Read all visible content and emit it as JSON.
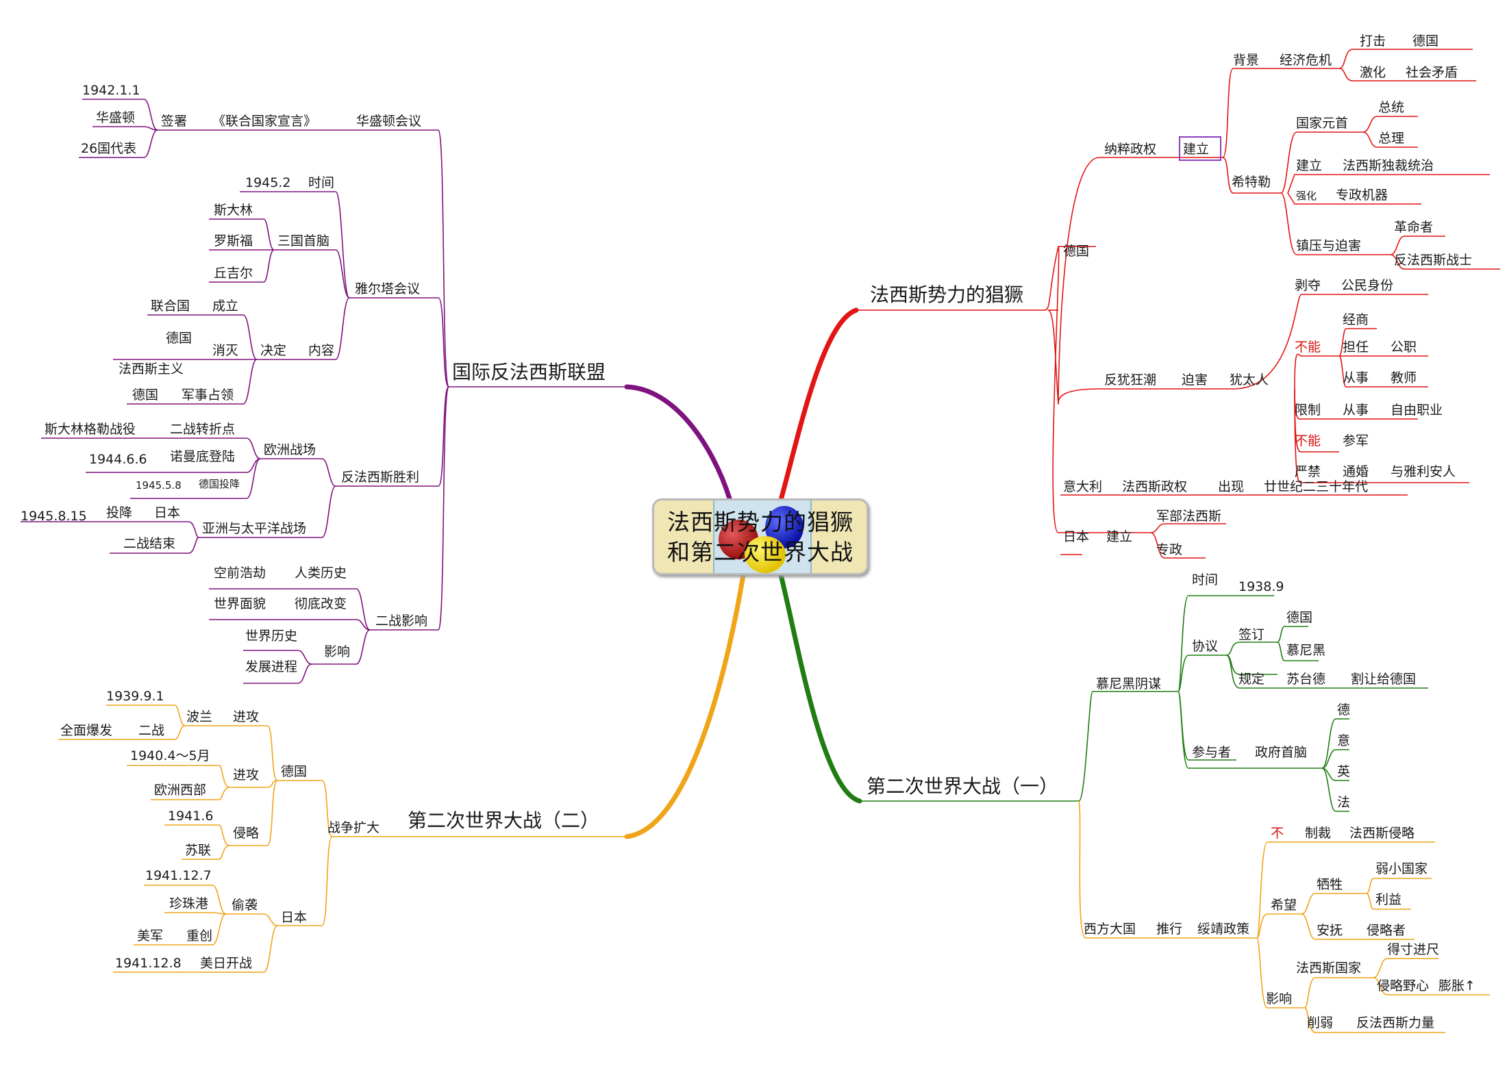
{
  "center": {
    "line1": "法西斯势力的猖獗",
    "line2": "和第二次世界大战"
  },
  "branches": {
    "fascism": {
      "title": "法西斯势力的猖獗",
      "color": "#e31414",
      "germany": "德国",
      "nazi": "纳粹政权",
      "establish": "建立",
      "background": "背景",
      "economic_crisis": "经济危机",
      "strike": "打击",
      "germany2": "德国",
      "intensify": "激化",
      "social_conflict": "社会矛盾",
      "hitler": "希特勒",
      "head_of_state": "国家元首",
      "president": "总统",
      "chancellor": "总理",
      "hitler_establish": "建立",
      "dictatorship": "法西斯独裁统治",
      "strengthen": "强化",
      "machine": "专政机器",
      "suppress": "镇压与迫害",
      "revolutionaries": "革命者",
      "anti_fascists": "反法西斯战士",
      "anti_jewish": "反犹狂潮",
      "persecute": "迫害",
      "jews": "犹太人",
      "deprive": "剥夺",
      "citizenship": "公民身份",
      "cannot1": "不能",
      "business": "经商",
      "hold": "担任",
      "public_office": "公职",
      "engage1": "从事",
      "teacher": "教师",
      "restrict": "限制",
      "engage2": "从事",
      "free_profession": "自由职业",
      "cannot2": "不能",
      "join_army": "参军",
      "forbid": "严禁",
      "marry": "通婚",
      "with_aryans": "与雅利安人",
      "italy": "意大利",
      "fascist_regime": "法西斯政权",
      "appear": "出现",
      "twenties": "廿世纪二三十年代",
      "japan": "日本",
      "japan_establish": "建立",
      "military_fascism": "军部法西斯",
      "despotism": "专政"
    },
    "ww2_one": {
      "title": "第二次世界大战（一）",
      "green": "#1f7d12",
      "orange": "#f0a418",
      "munich": "慕尼黑阴谋",
      "time": "时间",
      "date": "1938.9",
      "agreement": "协议",
      "sign": "签订",
      "germany": "德国",
      "munich_city": "慕尼黑",
      "stipulate": "规定",
      "sudeten": "苏台德",
      "cede": "割让给德国",
      "participants": "参与者",
      "heads": "政府首脑",
      "de": "德",
      "yi": "意",
      "ying": "英",
      "fa": "法",
      "western": "西方大国",
      "pursue": "推行",
      "appeasement": "绥靖政策",
      "not": "不",
      "sanction": "制裁",
      "aggression": "法西斯侵略",
      "hope": "希望",
      "sacrifice": "牺牲",
      "weak_nations": "弱小国家",
      "interests": "利益",
      "pacify": "安抚",
      "aggressor": "侵略者",
      "influence": "影响",
      "fascist_states": "法西斯国家",
      "greedier": "得寸进尺",
      "ambition": "侵略野心",
      "expand": "膨胀↑",
      "weaken": "削弱",
      "anti_force": "反法西斯力量"
    },
    "ww2_two": {
      "title": "第二次世界大战（二）",
      "color": "#f0a418",
      "expansion": "战争扩大",
      "germany": "德国",
      "attack1": "进攻",
      "poland": "波兰",
      "d1939": "1939.9.1",
      "ww2": "二战",
      "full_outbreak": "全面爆发",
      "attack2": "进攻",
      "d1940": "1940.4～5月",
      "western_europe": "欧洲西部",
      "invade": "侵略",
      "d1941": "1941.6",
      "ussr": "苏联",
      "japan": "日本",
      "sneak": "偷袭",
      "d19411207": "1941.12.7",
      "pearl": "珍珠港",
      "heavy": "重创",
      "us_army": "美军",
      "us_japan_war": "美日开战",
      "d19411208": "1941.12.8"
    },
    "alliance": {
      "title": "国际反法西斯联盟",
      "color": "#7e127e",
      "washington_conf": "华盛顿会议",
      "declaration": "《联合国家宣言》",
      "signed": "签署",
      "d19420101": "1942.1.1",
      "washington": "华盛顿",
      "nations26": "26国代表",
      "yalta": "雅尔塔会议",
      "time": "时间",
      "d19452": "1945.2",
      "three_leaders": "三国首脑",
      "stalin": "斯大林",
      "roosevelt": "罗斯福",
      "churchill": "丘吉尔",
      "content": "内容",
      "decide": "决定",
      "establish": "成立",
      "un": "联合国",
      "eliminate": "消灭",
      "germany": "德国",
      "fascism": "法西斯主义",
      "occupy": "军事占领",
      "germany2": "德国",
      "victory": "反法西斯胜利",
      "europe": "欧洲战场",
      "turning_point": "二战转折点",
      "stalingrad": "斯大林格勒战役",
      "normandy": "诺曼底登陆",
      "d19440606": "1944.6.6",
      "surrender_de": "德国投降",
      "d19450508": "1945.5.8",
      "asia_pacific": "亚洲与太平洋战场",
      "japan": "日本",
      "surrender": "投降",
      "d19450815": "1945.8.15",
      "war_end": "二战结束",
      "impact": "二战影响",
      "human_history": "人类历史",
      "unprecedented": "空前浩劫",
      "thorough": "彻底改变",
      "world_face": "世界面貌",
      "effect": "影响",
      "world_history": "世界历史",
      "progress": "发展进程"
    }
  }
}
